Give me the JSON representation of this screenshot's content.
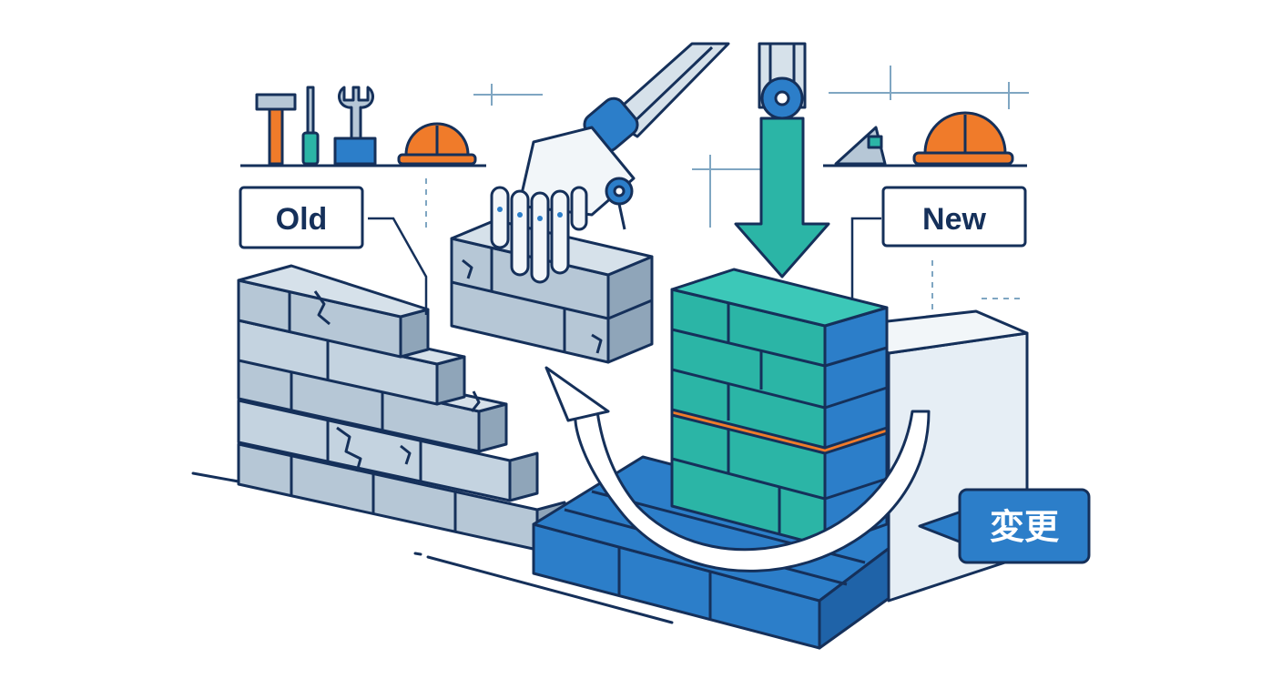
{
  "labels": {
    "old": "Old",
    "new": "New",
    "change": "変更"
  },
  "icons": [
    "hammer-icon",
    "screwdriver-icon",
    "wrench-icon",
    "hard-hat-icon",
    "robot-arm-icon",
    "crane-hook-icon",
    "down-arrow-icon",
    "curved-arrow-icon"
  ],
  "colors": {
    "outline": "#15305a",
    "old_brick": "#b6c7d6",
    "old_brick_side": "#8fa5b9",
    "new_teal": "#2bb5a6",
    "new_blue": "#2c7ec9",
    "accent_orange": "#f07b2a",
    "tag_blue": "#2c7ec9"
  }
}
